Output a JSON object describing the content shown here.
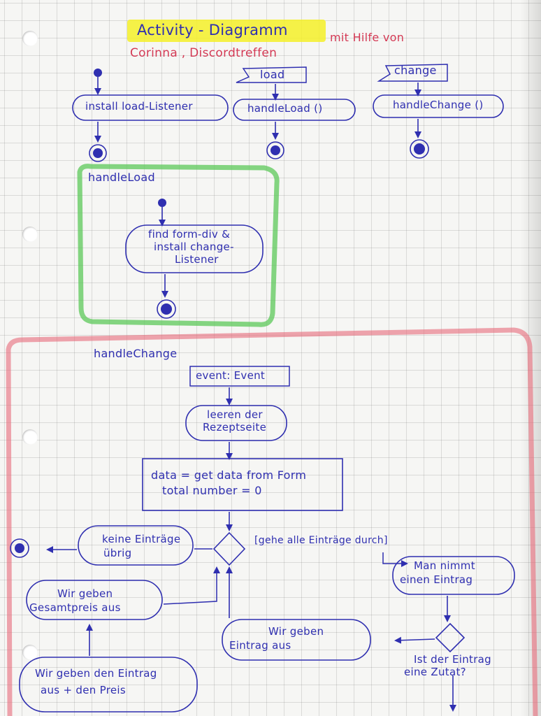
{
  "header": {
    "title": "Activity - Diagramm",
    "subtitle_suffix": "mit Hilfe von",
    "credit": "Corinna , Discordtreffen"
  },
  "top_flows": {
    "load_signal": "load",
    "change_signal": "change",
    "install_action": "install load-Listener",
    "handle_load_action": "handleLoad ()",
    "handle_change_action": "handleChange ()"
  },
  "handle_load_box": {
    "label": "handleLoad",
    "action_line1": "find form-div &",
    "action_line2": "install change-",
    "action_line3": "Listener"
  },
  "handle_change_box": {
    "label": "handleChange",
    "param": "event: Event",
    "clear_line1": "leeren der",
    "clear_line2": "Rezeptseite",
    "data_line1": "data = get data from Form",
    "data_line2": "total number = 0",
    "guard_loop": "[gehe alle Einträge durch]",
    "no_entries_line1": "keine Einträge",
    "no_entries_line2": "übrig",
    "take_entry_line1": "Man nimmt",
    "take_entry_line2": "einen Eintrag",
    "total_line1": "Wir geben",
    "total_line2": "Gesamtpreis aus",
    "output_entry_line1": "Wir geben",
    "output_entry_line2": "Eintrag aus",
    "ingredient_q_line1": "Ist der Eintrag",
    "ingredient_q_line2": "eine Zutat?",
    "output_price_line1": "Wir geben den Eintrag",
    "output_price_line2": "aus + den Preis"
  },
  "colors": {
    "ink": "#2f2fb0",
    "highlight": "#f2ee2a",
    "green_frame": "#5cc85a",
    "red_frame": "#e86a7a",
    "red_text": "#d43a55"
  }
}
